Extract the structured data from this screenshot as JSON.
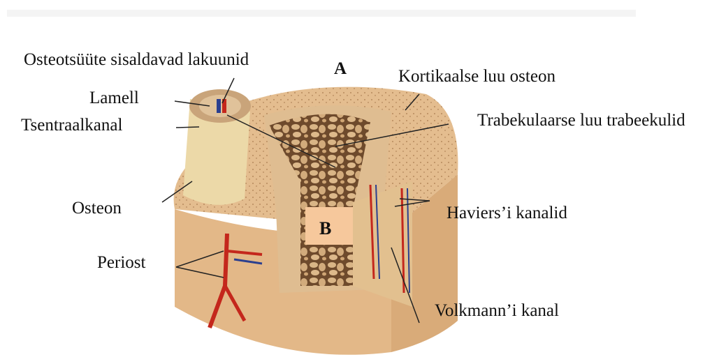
{
  "diagram": {
    "label_A": "A",
    "label_B": "B",
    "labels": {
      "lacunae": "Osteotsüüte sisaldavad lakuunid",
      "lamell": "Lamell",
      "central_canal": "Tsentraalkanal",
      "osteon": "Osteon",
      "periost": "Periost",
      "cortical_osteon": "Kortikaalse luu osteon",
      "trabeculae": "Trabekulaarse luu trabeekulid",
      "havers_canals": "Haviers’i kanalid",
      "volkmann_canal": "Volkmann’i kanal"
    }
  },
  "colors": {
    "bone_outer": "#e7c193",
    "bone_surface": "#dcb184",
    "spongy": "#b8875a",
    "vessel_red": "#c4271c",
    "vessel_blue": "#2b3f8f",
    "osteon_cylinder": "#ecd9a8",
    "box_b": "#f6c89c"
  }
}
